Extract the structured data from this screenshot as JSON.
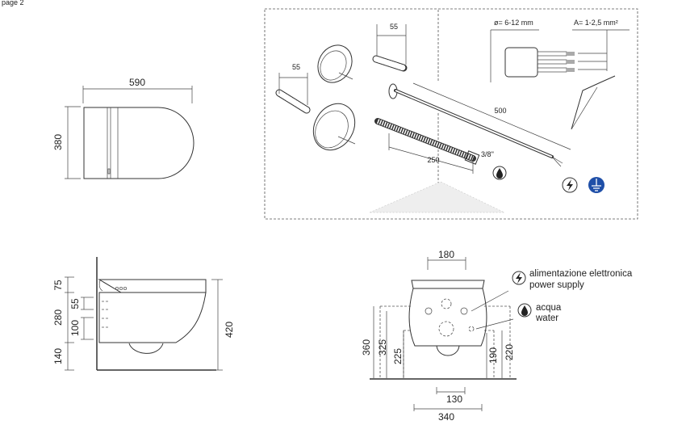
{
  "header_fragment": "page 2",
  "top_view": {
    "width": "590",
    "height": "380"
  },
  "kit": {
    "screw_length_left": "55",
    "screw_length_right": "55",
    "cable_length": "500",
    "hose_length": "250",
    "thread": "3/8''",
    "wire_diameter": "ø= 6-12 mm",
    "wire_section": "A= 1-2,5 mm²"
  },
  "side_view": {
    "dim_75": "75",
    "dim_280": "280",
    "dim_140": "140",
    "dim_55": "55",
    "dim_100": "100",
    "dim_420": "420"
  },
  "front_view": {
    "dim_180": "180",
    "dim_360": "360",
    "dim_325": "325",
    "dim_225": "225",
    "dim_190": "190",
    "dim_220": "220",
    "dim_130": "130",
    "dim_340": "340"
  },
  "legend": {
    "power_it": "alimentazione elettronica",
    "power_en": "power supply",
    "water_it": "acqua",
    "water_en": "water"
  },
  "colors": {
    "ground_symbol": "#1f4fa8",
    "line": "#333333"
  }
}
